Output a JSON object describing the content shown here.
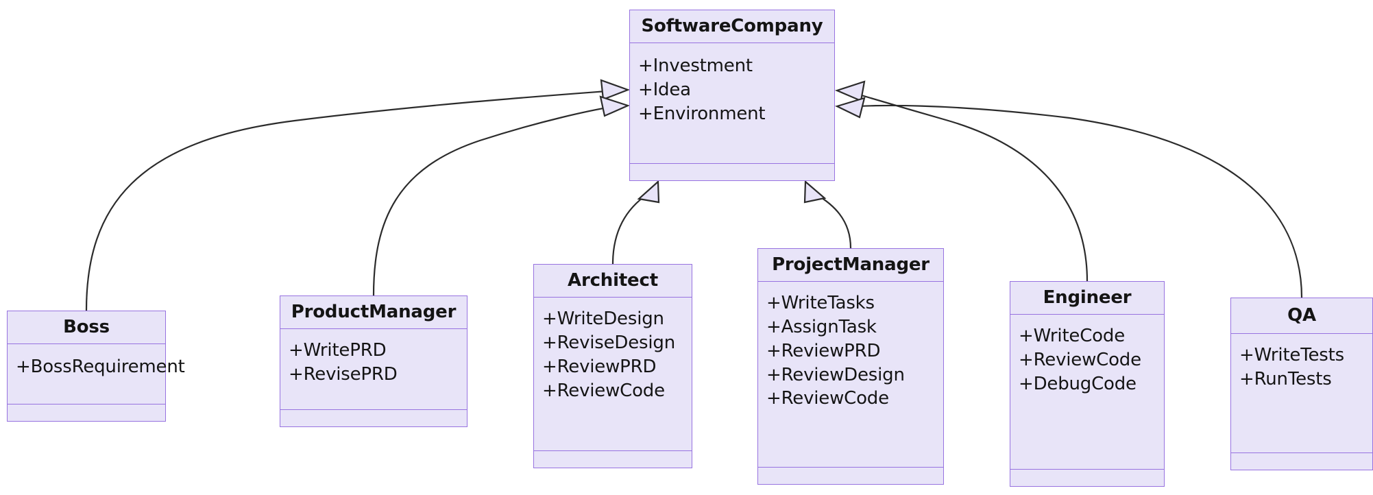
{
  "diagram": {
    "type": "uml-class-diagram",
    "background_color": "#FFFFFF",
    "class_fill_color": "#E8E4F8",
    "class_border_color": "#9772E0",
    "edge_color": "#2B2B2B",
    "text_color": "#141414",
    "relationship_type": "inheritance",
    "classes": [
      {
        "id": "softwarecompany",
        "name": "SoftwareCompany",
        "attributes": [
          "+Investment",
          "+Idea",
          "+Environment"
        ],
        "methods": []
      },
      {
        "id": "boss",
        "name": "Boss",
        "attributes": [
          "+BossRequirement"
        ],
        "methods": []
      },
      {
        "id": "productmanager",
        "name": "ProductManager",
        "attributes": [
          "+WritePRD",
          "+RevisePRD"
        ],
        "methods": []
      },
      {
        "id": "architect",
        "name": "Architect",
        "attributes": [
          "+WriteDesign",
          "+ReviseDesign",
          "+ReviewPRD",
          "+ReviewCode"
        ],
        "methods": []
      },
      {
        "id": "projectmanager",
        "name": "ProjectManager",
        "attributes": [
          "+WriteTasks",
          "+AssignTask",
          "+ReviewPRD",
          "+ReviewDesign",
          "+ReviewCode"
        ],
        "methods": []
      },
      {
        "id": "engineer",
        "name": "Engineer",
        "attributes": [
          "+WriteCode",
          "+ReviewCode",
          "+DebugCode"
        ],
        "methods": []
      },
      {
        "id": "qa",
        "name": "QA",
        "attributes": [
          "+WriteTests",
          "+RunTests"
        ],
        "methods": []
      }
    ],
    "relationships": [
      {
        "from": "boss",
        "to": "softwarecompany",
        "kind": "inheritance"
      },
      {
        "from": "productmanager",
        "to": "softwarecompany",
        "kind": "inheritance"
      },
      {
        "from": "architect",
        "to": "softwarecompany",
        "kind": "inheritance"
      },
      {
        "from": "projectmanager",
        "to": "softwarecompany",
        "kind": "inheritance"
      },
      {
        "from": "engineer",
        "to": "softwarecompany",
        "kind": "inheritance"
      },
      {
        "from": "qa",
        "to": "softwarecompany",
        "kind": "inheritance"
      }
    ]
  }
}
